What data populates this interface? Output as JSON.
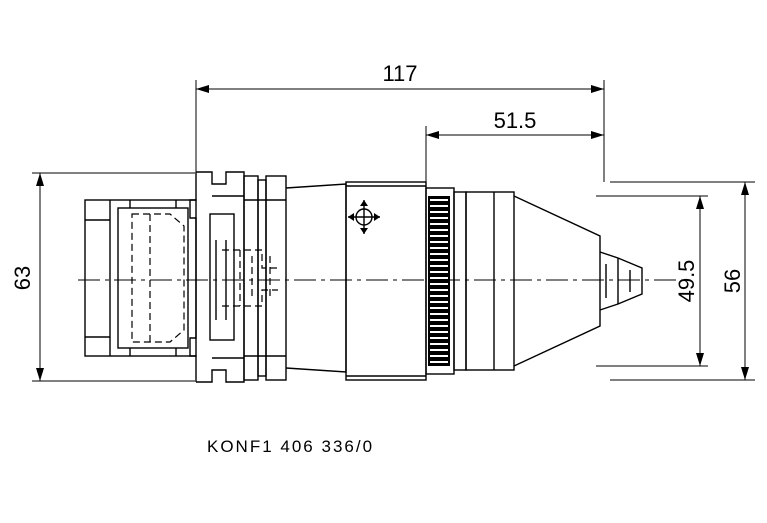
{
  "dimensions": {
    "overall_length": "117",
    "front_length": "51.5",
    "body_height": "63",
    "front_diameter": "56",
    "inner_diameter": "49.5"
  },
  "part_code": "KONF1 406 336/0"
}
